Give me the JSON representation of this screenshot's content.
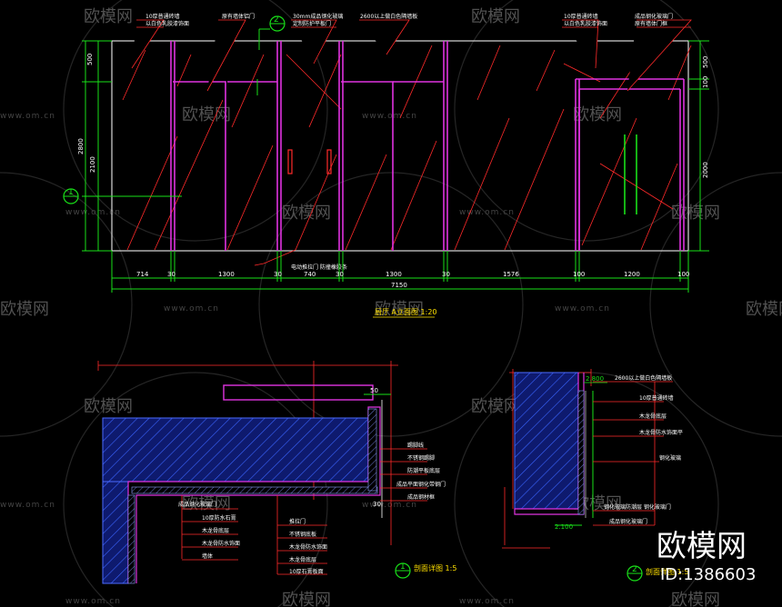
{
  "elevation": {
    "title": "厨厅 A立面图 1:20",
    "top_notes": [
      "10厚普通砖墙",
      "以白色乳胶漆饰面",
      "原有墙体铝门",
      "30mm成品钢化玻璃",
      "定制防护平板门",
      "2600以上做白色隔墙板",
      "10厚普通砖墙",
      "以白色乳胶漆饰面",
      "成品钢化玻璃门",
      "原有墙体门框"
    ],
    "section_marker": "2",
    "marker_left": "1",
    "bottom_dims": [
      "714",
      "30",
      "1300",
      "30",
      "740",
      "30",
      "1300",
      "30",
      "1576",
      "100",
      "1200",
      "100"
    ],
    "total_dim": "7150",
    "left_dims": [
      "500",
      "2800",
      "2100"
    ],
    "right_dims": [
      "500",
      "100",
      "2000"
    ],
    "door_note": "电动推拉门 防撞橡胶条"
  },
  "section1": {
    "marker": "1",
    "title": "剖面详图 1:5",
    "dim_top": "50",
    "dim_bottom": "30",
    "right_notes": [
      "踢脚线",
      "不锈钢踢脚",
      "防潮平板底层",
      "成品平面钢化带钢门",
      "成品钢材框"
    ],
    "bottom_left_notes": [
      "成品钢化玻璃门",
      "10厚防水石膏",
      "木龙骨底层",
      "木龙骨防水饰面",
      "墙体"
    ],
    "bottom_right_notes": [
      "推拉门",
      "不锈钢底板",
      "木龙骨防水饰面",
      "木龙骨底层",
      "10厚石膏板面"
    ]
  },
  "section2": {
    "marker": "2",
    "title": "剖面详图 1:5",
    "level_top": "2.800",
    "level_bottom": "2.100",
    "notes": [
      "2600以上做白色隔墙板",
      "10厚普通砖墙",
      "木龙骨底层",
      "木龙骨防水饰面平",
      "钢化玻璃",
      "钢化玻璃防潮层 钢化玻璃门",
      "成品钢化玻璃门"
    ]
  },
  "watermark": {
    "logo_text": "欧模网",
    "url_text": "www.om.cn"
  },
  "brand": {
    "name": "欧模网",
    "id": "ID:1386603"
  },
  "colors": {
    "background": "#000000",
    "frame": "#d8d8d8",
    "magenta": "#e033e0",
    "red": "#ff2a2a",
    "green": "#19e019",
    "yellow": "#ffe000",
    "hatch_blue": "#2b56ff"
  }
}
